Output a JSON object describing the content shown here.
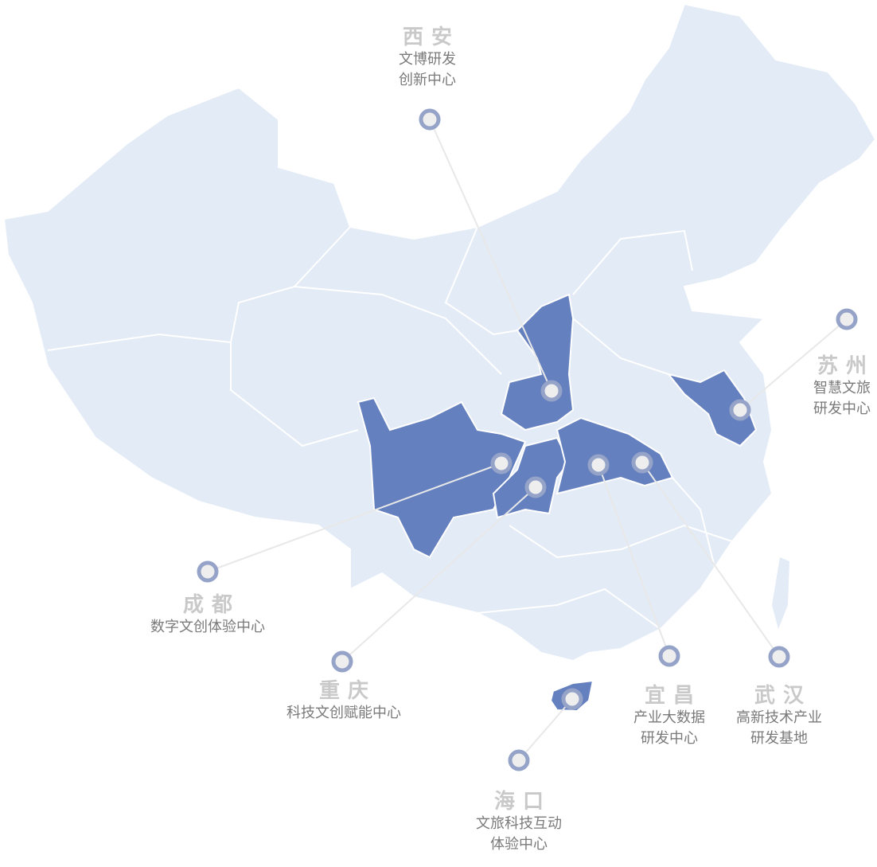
{
  "colors": {
    "land": "#e3ebf6",
    "highlight": "#6480bf",
    "border": "#ffffff",
    "marker_ring": "#95a3c8",
    "marker_fill": "#eeeeee",
    "line": "#e8e8e8"
  },
  "centers": [
    {
      "id": "xian",
      "title": "西安",
      "subtitle": [
        "文博研发",
        "创新中心"
      ]
    },
    {
      "id": "suzhou",
      "title": "苏州",
      "subtitle": [
        "智慧文旅",
        "研发中心"
      ]
    },
    {
      "id": "chengdu",
      "title": "成都",
      "subtitle": [
        "数字文创体验中心"
      ]
    },
    {
      "id": "chongqing",
      "title": "重庆",
      "subtitle": [
        "科技文创赋能中心"
      ]
    },
    {
      "id": "yichang",
      "title": "宜昌",
      "subtitle": [
        "产业大数据",
        "研发中心"
      ]
    },
    {
      "id": "wuhan",
      "title": "武汉",
      "subtitle": [
        "高新技术产业",
        "研发基地"
      ]
    },
    {
      "id": "haikou",
      "title": "海口",
      "subtitle": [
        "文旅科技互动",
        "体验中心"
      ]
    }
  ]
}
